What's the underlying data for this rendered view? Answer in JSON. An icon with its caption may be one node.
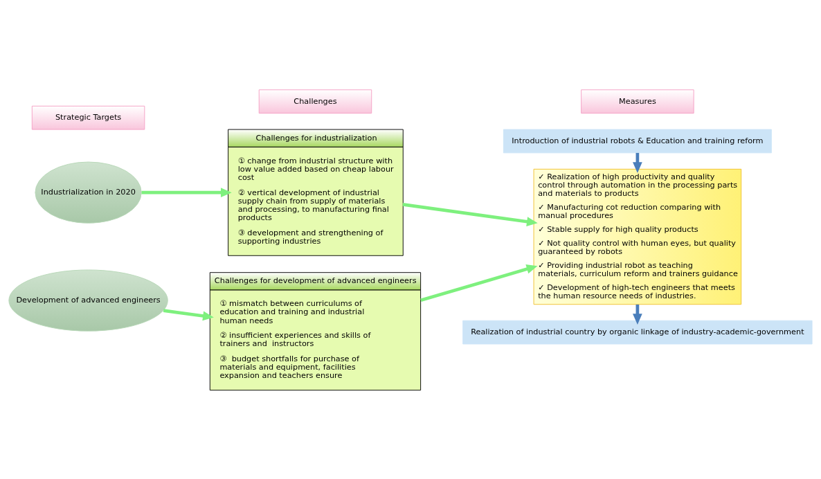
{
  "diagram": {
    "nodes": [
      {
        "text": [
          "Strategic Targets"
        ]
      },
      {
        "text": [
          "Challenges"
        ]
      },
      {
        "text": [
          "Measures"
        ]
      },
      {
        "text": [
          "Industrialization in 2020"
        ]
      },
      {
        "text": [
          "Development of advanced engineers"
        ]
      },
      {
        "text": [
          "Challenges for industrialization",
          "① change from industrial structure with low value added based on cheap labour cost",
          "② vertical development of industrial supply chain from supply of materials and processing, to manufacturing final products",
          "③ development and strengthening of supporting industries"
        ]
      },
      {
        "text": [
          "Challenges for development of advanced engineers",
          "① mismatch between curriculums of education and training and industrial human needs",
          "② insufficient experiences and skills of trainers and  instructors",
          "③  budget shortfalls for purchase of materials and equipment, facilities expansion and teachers ensure"
        ]
      },
      {
        "text": [
          "Introduction of industrial robots & Education and training reform"
        ]
      },
      {
        "text": [
          "✓ Realization of high productivity and quality control through automation in the processing parts and materials to products",
          "✓ Manufacturing cot reduction comparing with manual procedures",
          "✓ Stable supply for high quality products",
          "✓ Not quality control with human eyes, but quality guaranteed by robots",
          "✓ Providing industrial robot as teaching materials, curriculum reform and trainers guidance",
          "✓ Development of high-tech engineers that meets the human resource needs of industries."
        ]
      },
      {
        "text": [
          "Realization of industrial country by organic linkage of industry-academic-government"
        ]
      }
    ],
    "edges": [
      {
        "from": 3,
        "to": 5,
        "arrow": "to"
      },
      {
        "from": 4,
        "to": 6,
        "arrow": "to"
      },
      {
        "from": 5,
        "to": 8,
        "arrow": "to"
      },
      {
        "from": 6,
        "to": 8,
        "arrow": "to"
      },
      {
        "from": 7,
        "to": 8,
        "arrow": "to",
        "color": "#4a7ebb"
      },
      {
        "from": 8,
        "to": 9,
        "arrow": "to",
        "color": "#4a7ebb"
      }
    ]
  }
}
